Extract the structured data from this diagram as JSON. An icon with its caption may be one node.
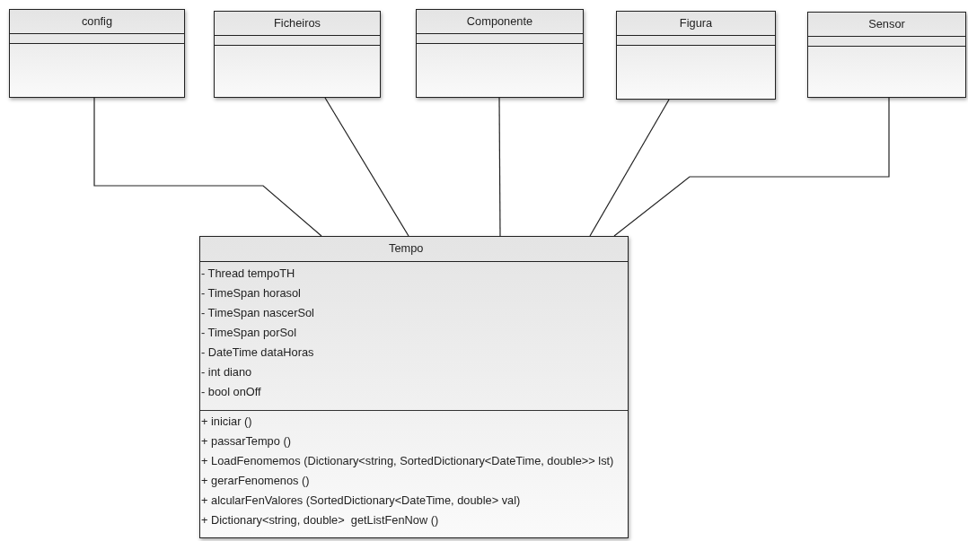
{
  "diagram": {
    "nodes": [
      {
        "text": [
          "config"
        ]
      },
      {
        "text": [
          "Ficheiros"
        ]
      },
      {
        "text": [
          "Componente"
        ]
      },
      {
        "text": [
          "Figura"
        ]
      },
      {
        "text": [
          "Sensor"
        ]
      },
      {
        "text": [
          "Tempo",
          "- Thread tempoTH",
          "- TimeSpan horasol",
          "- TimeSpan nascerSol",
          "- TimeSpan porSol",
          "- DateTime dataHoras",
          "- int diano",
          "- bool onOff",
          "+ iniciar ()",
          "+ passarTempo ()",
          "+ LoadFenomemos (Dictionary<string, SortedDictionary<DateTime, double>> lst)",
          "+ gerarFenomenos ()",
          "+ alcularFenValores (SortedDictionary<DateTime, double> val)",
          "+ Dictionary<string, double>  getListFenNow ()"
        ]
      }
    ],
    "edges": [
      {
        "from": 0,
        "to": 5,
        "arrow": "none"
      },
      {
        "from": 1,
        "to": 5,
        "arrow": "none"
      },
      {
        "from": 2,
        "to": 5,
        "arrow": "none"
      },
      {
        "from": 3,
        "to": 5,
        "arrow": "none"
      },
      {
        "from": 4,
        "to": 5,
        "arrow": "none"
      }
    ]
  }
}
